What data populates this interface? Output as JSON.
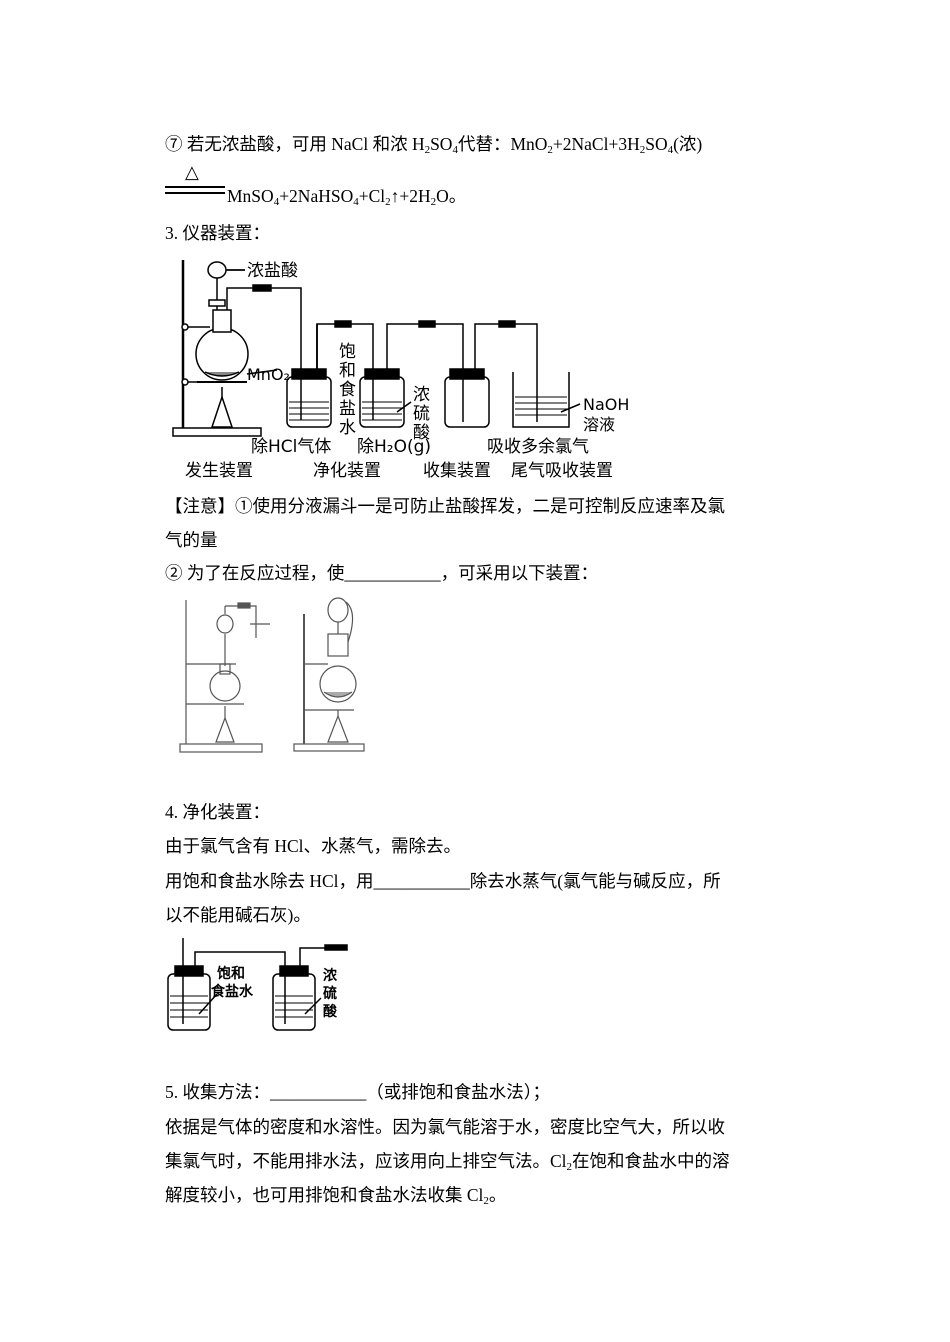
{
  "line1": {
    "prefix": "⑦ 若无浓盐酸，可用 NaCl 和浓 H",
    "s1": "2",
    "t1": "SO",
    "s2": "4",
    "t2": "代替：MnO",
    "s3": "2",
    "t3": "+2NaCl+3H",
    "s4": "2",
    "t4": "SO",
    "s5": "4",
    "t5": "(浓)"
  },
  "line2": {
    "delta": "△",
    "a": "MnSO",
    "s1": "4",
    "b": "+2NaHSO",
    "s2": "4",
    "c": "+Cl",
    "s3": "2",
    "d": "↑+2H",
    "s4": "2",
    "e": "O。"
  },
  "sec3": {
    "title": "3. 仪器装置："
  },
  "fig1": {
    "hcl": "浓盐酸",
    "mno2": "MnO₂",
    "brine_chars": [
      "饱",
      "和",
      "食",
      "盐",
      "水"
    ],
    "acid_chars": [
      "浓",
      "硫",
      "酸"
    ],
    "naoh_1": "NaOH",
    "naoh_2": "溶液",
    "remove_hcl": "除HCl气体",
    "remove_h2o": "除H₂O(g)",
    "absorb": "吸收多余氯气",
    "gen": "发生装置",
    "purify": "净化装置",
    "collect": "收集装置",
    "tail": "尾气吸收装置"
  },
  "note": {
    "line1": "【注意】①使用分液漏斗一是可防止盐酸挥发，二是可控制反应速率及氯",
    "line2": "气的量",
    "line3": "② 为了在反应过程，使___________，可采用以下装置："
  },
  "sec4": {
    "title": "4. 净化装置：",
    "p1": "由于氯气含有 HCl、水蒸气，需除去。",
    "p2": "用饱和食盐水除去 HCl，用___________除去水蒸气(氯气能与碱反应，所",
    "p3": "以不能用碱石灰)。"
  },
  "fig3": {
    "brine_1": "饱和",
    "brine_2": "食盐水",
    "acid_chars": [
      "浓",
      "硫",
      "酸"
    ]
  },
  "sec5": {
    "title": "5. 收集方法：___________（或排饱和食盐水法）；",
    "p1": "依据是气体的密度和水溶性。因为氯气能溶于水，密度比空气大，所以收",
    "p2_a": "集氯气时，不能用排水法，应该用向上排空气法。Cl",
    "p2_s": "2",
    "p2_b": "在饱和食盐水中的溶",
    "p3_a": "解度较小，也可用排饱和食盐水法收集 Cl",
    "p3_s": "2",
    "p3_b": "。"
  }
}
